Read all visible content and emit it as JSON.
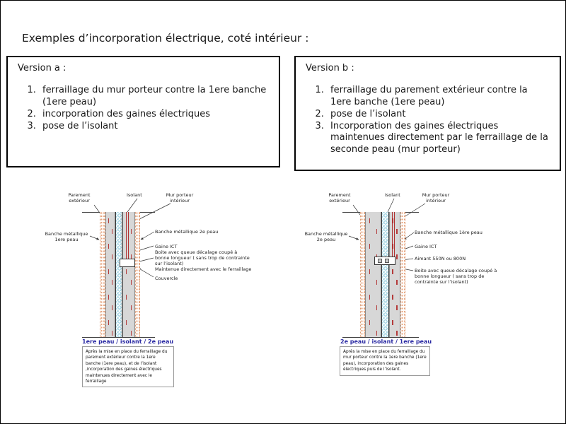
{
  "page": {
    "title": "Exemples d’incorporation électrique, coté intérieur :"
  },
  "versions": {
    "a": {
      "heading": "Version a :",
      "steps": [
        "ferraillage du mur porteur contre la 1ere banche (1ere peau)",
        "incorporation des gaines électriques",
        "pose de l’isolant"
      ]
    },
    "b": {
      "heading": "Version b :",
      "steps": [
        "ferraillage du parement extérieur contre la 1ere banche (1ere peau)",
        "pose de l’isolant",
        "Incorporation des gaines électriques maintenues directement par le ferraillage de la seconde peau (mur porteur)"
      ]
    }
  },
  "diagram_a": {
    "labels": {
      "parement": "Parement\nextérieur",
      "isolant": "Isolant",
      "mur_porteur": "Mur porteur\nintérieur",
      "banche_left": "Banche métallique\n1ere peau",
      "banche_right": "Banche métallique 2e peau",
      "gaine": "Gaine ICT",
      "boite": "Boite avec queue décalage coupé à bonne longueur ( sans trop de contrainte sur l’isolant)",
      "maintenue": "Maintenue directement avec le ferraillage",
      "couvercle": "Couvercle"
    },
    "caption": "1ere peau / isolant / 2e peau",
    "note": "Après la mise en place du ferraillage du parement extérieur contre la 1ere banche (1ere peau), et de l’isolant ,incorporation des gaines électriques maintenues directement avec le ferraillage"
  },
  "diagram_b": {
    "labels": {
      "parement": "Parement\nextérieur",
      "isolant": "Isolant",
      "mur_porteur": "Mur porteur\nintérieur",
      "banche_left": "Banche métallique\n2e peau",
      "banche_right": "Banche métallique 1ère peau",
      "gaine": "Gaine ICT",
      "aimant": "Aimant 550N ou 800N",
      "boite": "Boite avec queue décalage coupé à bonne longueur ( sans trop de contrainte sur l’isolant)"
    },
    "caption": "2e peau / isolant / 1ere peau",
    "note": "Après la mise en place du ferraillage du mur porteur contre la 1ere banche (1ere peau), incorporation des gaines électriques puis de l’isolant."
  },
  "colors": {
    "caption_blue": "#2929a3",
    "rebar_red": "#b43a3a",
    "concrete_gray": "#d7d7d7",
    "insulation_blue": "#8ecbdd",
    "formwork_dot": "#e8a37d"
  }
}
